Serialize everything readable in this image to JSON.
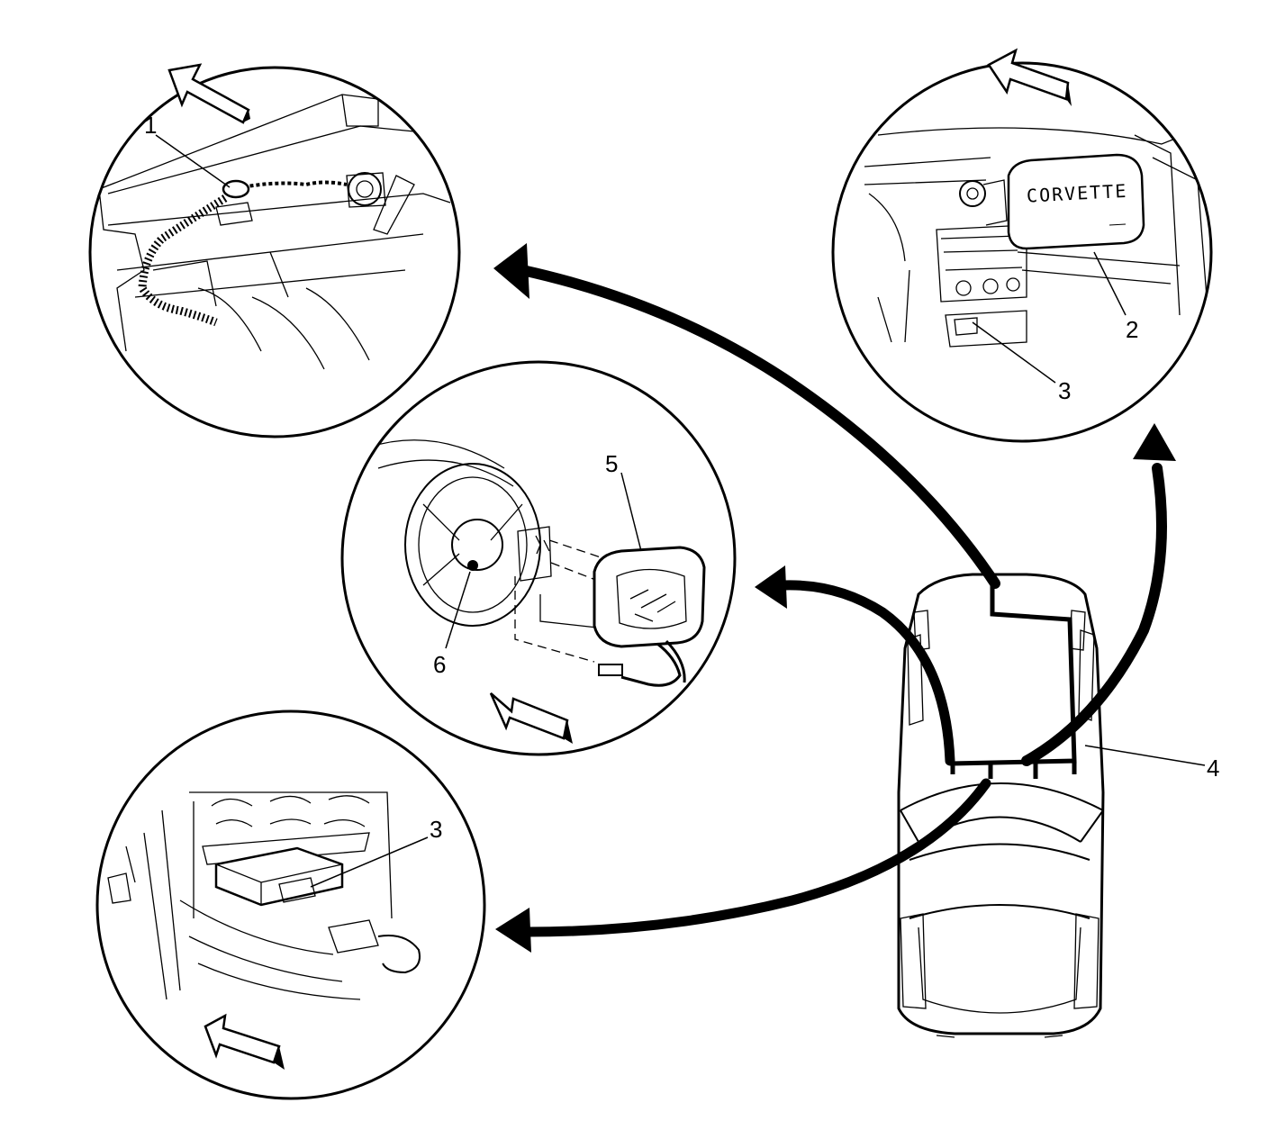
{
  "colors": {
    "ink": "#000000",
    "paper": "#ffffff"
  },
  "callouts": {
    "one": "1",
    "two": "2",
    "three_dash": "3",
    "three_console": "3",
    "four": "4",
    "five": "5",
    "six": "6"
  },
  "badge_text": "CORVETTE",
  "icons": [
    "forward-arrow-icon",
    "view-pointer-arrow"
  ]
}
